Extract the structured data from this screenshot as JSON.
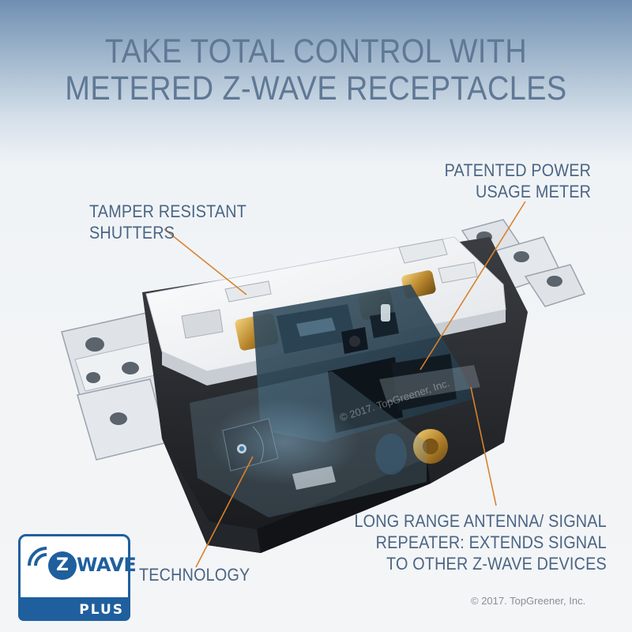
{
  "headline": {
    "line1": "TAKE TOTAL CONTROL WITH",
    "line2": "METERED Z-WAVE RECEPTACLES"
  },
  "callouts": {
    "tamper": [
      "TAMPER RESISTANT",
      "SHUTTERS"
    ],
    "meter": [
      "PATENTED POWER",
      "USAGE METER"
    ],
    "technology": "TECHNOLOGY",
    "antenna": [
      "LONG RANGE ANTENNA/ SIGNAL",
      "REPEATER: EXTENDS SIGNAL",
      "TO OTHER Z-WAVE DEVICES"
    ]
  },
  "logo": {
    "letter": "Z",
    "word": "WAVE",
    "plus": "PLUS",
    "brand_color": "#1f5f9e"
  },
  "watermark": "© 2017. TopGreener, Inc.",
  "copyright": "© 2017. TopGreener, Inc.",
  "colors": {
    "text": "#4a6584",
    "headline": "#5f7895",
    "leader": "#d9822b"
  }
}
